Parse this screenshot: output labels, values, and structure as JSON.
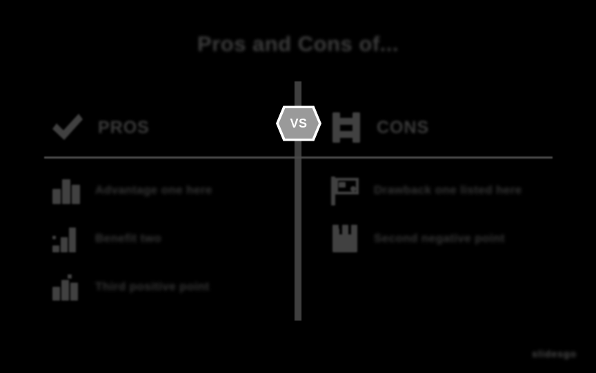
{
  "slide": {
    "background_color": "#000000",
    "title": "Pros and Cons of..."
  },
  "vs_badge": {
    "label": "VS",
    "fill_color": "#9a9a9a",
    "border_color": "#ffffff",
    "text_color": "#ffffff"
  },
  "dividers": {
    "horizontal_color": "#4a4a4a",
    "vertical_color": "#3f3f3f"
  },
  "columns": {
    "left": {
      "icon": "check-mark-icon",
      "heading": "PROS",
      "items": [
        {
          "icon": "bar-chart-icon",
          "label": "Advantage one here"
        },
        {
          "icon": "growth-chart-icon",
          "label": "Benefit two"
        },
        {
          "icon": "chart-up-icon",
          "label": "Third positive point"
        }
      ]
    },
    "right": {
      "icon": "hash-grid-icon",
      "heading": "CONS",
      "items": [
        {
          "icon": "flag-picture-icon",
          "label": "Drawback one listed here"
        },
        {
          "icon": "puzzle-block-icon",
          "label": "Second negative point"
        }
      ]
    }
  },
  "watermark": {
    "label": "slidesgo"
  },
  "colors": {
    "icon_gray": "#414141",
    "text_gray": "#3a3a3a",
    "accent": "#9a9a9a"
  }
}
